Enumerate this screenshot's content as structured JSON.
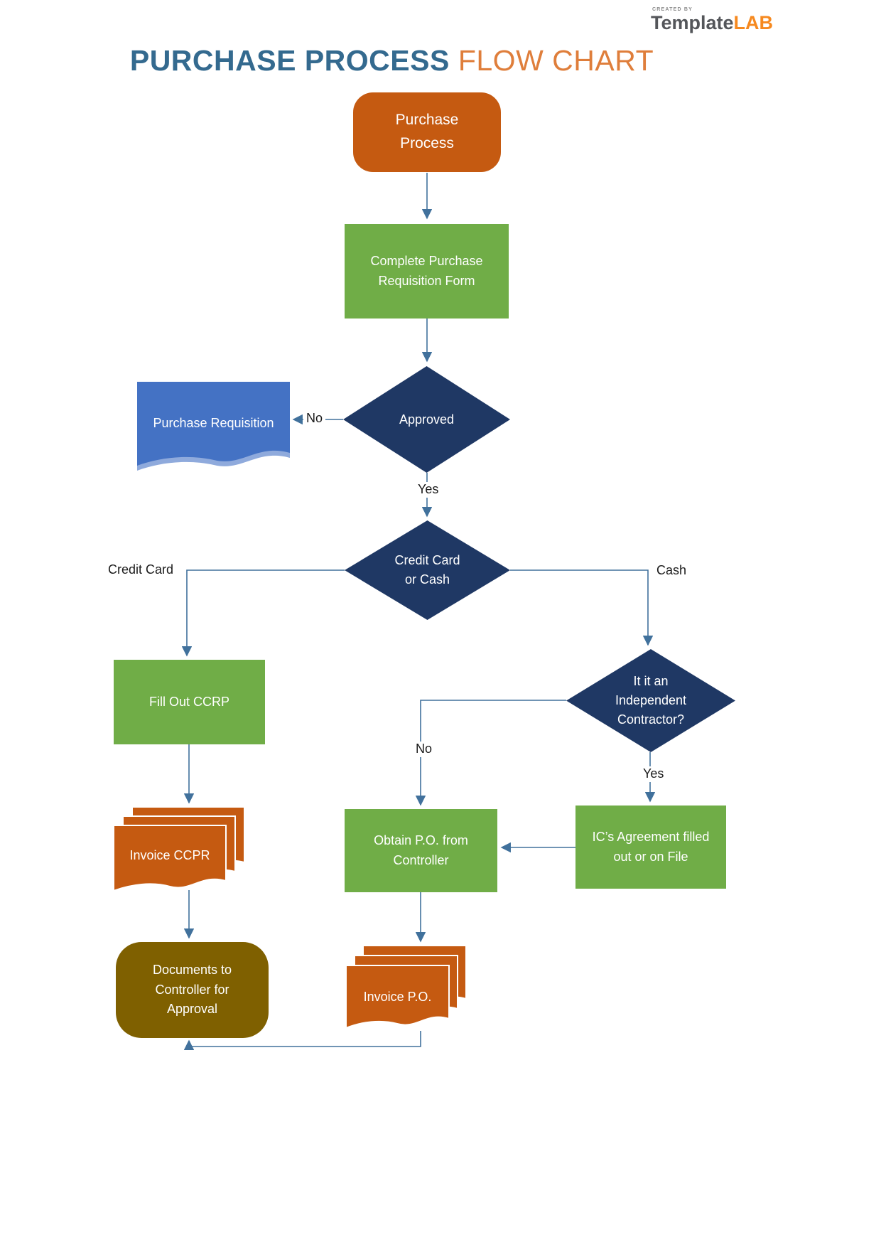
{
  "header": {
    "title_primary": "PURCHASE PROCESS",
    "title_secondary": "FLOW CHART"
  },
  "logo": {
    "created_by": "CREATED BY",
    "brand_part1": "Template",
    "brand_part2": "LAB"
  },
  "nodes": {
    "start": {
      "label": "Purchase\nProcess",
      "shape": "terminator",
      "color": "#C55A11"
    },
    "complete_form": {
      "label": "Complete Purchase\nRequisition Form",
      "shape": "process",
      "color": "#70AD47"
    },
    "approved": {
      "label": "Approved",
      "shape": "decision",
      "color": "#1F3864"
    },
    "purchase_requisition": {
      "label": "Purchase Requisition",
      "shape": "document",
      "color": "#4472C4"
    },
    "credit_or_cash": {
      "label": "Credit Card\nor Cash",
      "shape": "decision",
      "color": "#1F3864"
    },
    "fill_ccrp": {
      "label": "Fill Out CCRP",
      "shape": "process",
      "color": "#70AD47"
    },
    "independent_contractor": {
      "label": "It it an\nIndependent\nContractor?",
      "shape": "decision",
      "color": "#1F3864"
    },
    "obtain_po": {
      "label": "Obtain P.O. from\nController",
      "shape": "process",
      "color": "#70AD47"
    },
    "ic_agreement": {
      "label": "IC’s Agreement filled\nout or on File",
      "shape": "process",
      "color": "#70AD47"
    },
    "invoice_ccpr": {
      "label": "Invoice CCPR",
      "shape": "multi-document",
      "color": "#C55A11"
    },
    "docs_to_controller": {
      "label": "Documents to\nController for\nApproval",
      "shape": "terminator",
      "color": "#7F6000"
    },
    "invoice_po": {
      "label": "Invoice P.O.",
      "shape": "multi-document",
      "color": "#C55A11"
    }
  },
  "edge_labels": {
    "approved_no": "No",
    "approved_yes": "Yes",
    "credit_card": "Credit Card",
    "cash": "Cash",
    "contractor_no": "No",
    "contractor_yes": "Yes"
  },
  "colors": {
    "title_primary": "#346A8F",
    "title_secondary": "#DF7E3B",
    "process_green": "#70AD47",
    "decision_navy": "#1F3864",
    "terminator_orange": "#C55A11",
    "terminator_olive": "#7F6000",
    "document_blue": "#4472C4",
    "document_blue_light": "#8FAADC",
    "connector_blue": "#41719C",
    "brand_gray": "#54565A",
    "brand_orange": "#F6891F"
  }
}
